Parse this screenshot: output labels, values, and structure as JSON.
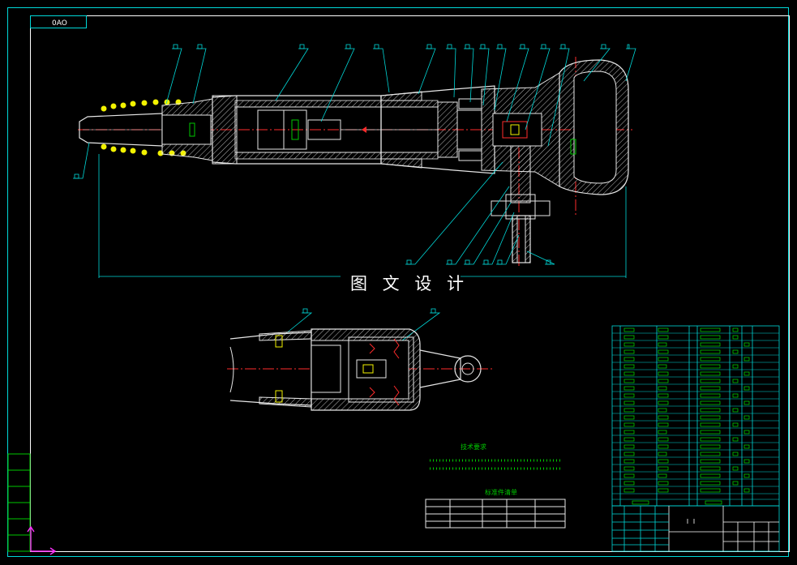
{
  "drawing": {
    "sheet_code": "0AO",
    "watermark": "图 文 设 计",
    "tech_requirements_title": "技术要求",
    "parts_table_title": "标准件清单"
  },
  "colors": {
    "background": "#000000",
    "frame": "#00d8d8",
    "outline": "#e6e6e6",
    "center_line": "#ff2b2b",
    "bolts": "#f2f200",
    "title_block": "#00c800",
    "ucs": "#ff30ff"
  },
  "icons": {
    "ucs": "ucs-axis-icon"
  }
}
